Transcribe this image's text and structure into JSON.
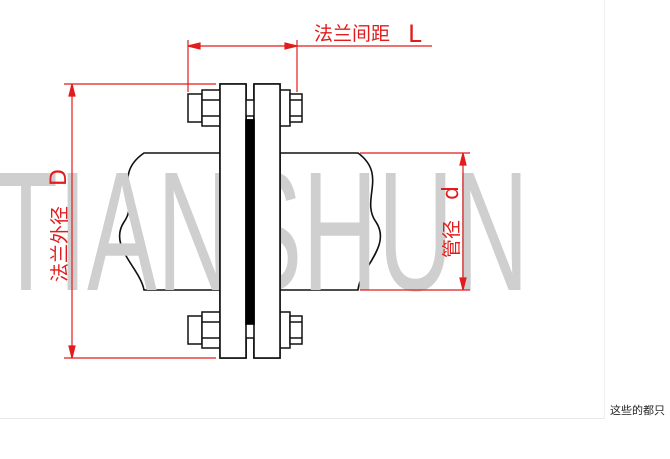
{
  "watermark": {
    "text": "TIANSHUN"
  },
  "labels": {
    "flange_spacing": "法兰间距",
    "flange_spacing_symbol": "L",
    "flange_outer_diameter": "法兰外径",
    "flange_outer_diameter_symbol": "D",
    "pipe_diameter": "管径",
    "pipe_diameter_symbol": "d"
  },
  "caption": "这些的都只",
  "colors": {
    "dimension": "#e21c1c",
    "outline": "#111111",
    "gasket": "#000000",
    "watermark": "#cfcfcf"
  }
}
